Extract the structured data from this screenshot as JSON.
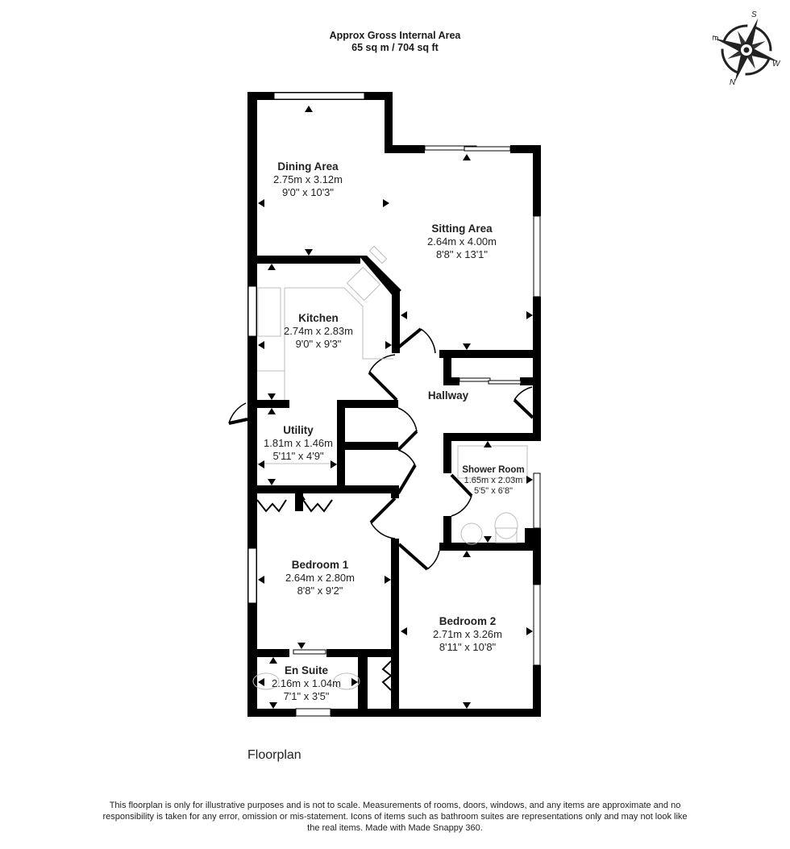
{
  "header": {
    "title": "Approx Gross Internal Area",
    "area": "65 sq m / 704 sq ft"
  },
  "compass": {
    "icon": "compass-rose-icon",
    "labels": {
      "north": "N",
      "south": "S",
      "east": "E",
      "west": "W"
    }
  },
  "rooms": [
    {
      "id": "dining-area",
      "name": "Dining Area",
      "metric": "2.75m x 3.12m",
      "imperial": "9'0\" x 10'3\""
    },
    {
      "id": "sitting-area",
      "name": "Sitting Area",
      "metric": "2.64m x 4.00m",
      "imperial": "8'8\" x 13'1\""
    },
    {
      "id": "kitchen",
      "name": "Kitchen",
      "metric": "2.74m x 2.83m",
      "imperial": "9'0\" x 9'3\""
    },
    {
      "id": "hallway",
      "name": "Hallway",
      "metric": "",
      "imperial": ""
    },
    {
      "id": "utility",
      "name": "Utility",
      "metric": "1.81m x 1.46m",
      "imperial": "5'11\" x 4'9\""
    },
    {
      "id": "shower-room",
      "name": "Shower Room",
      "metric": "1.65m x 2.03m",
      "imperial": "5'5\" x 6'8\""
    },
    {
      "id": "bedroom-1",
      "name": "Bedroom 1",
      "metric": "2.64m x 2.80m",
      "imperial": "8'8\" x 9'2\""
    },
    {
      "id": "bedroom-2",
      "name": "Bedroom 2",
      "metric": "2.71m x 3.26m",
      "imperial": "8'11\" x 10'8\""
    },
    {
      "id": "en-suite",
      "name": "En Suite",
      "metric": "2.16m x 1.04m",
      "imperial": "7'1\" x 3'5\""
    }
  ],
  "floor_title": "Floorplan",
  "disclaimer": "This floorplan is only for illustrative purposes and is not to scale. Measurements of rooms, doors, windows, and any items are approximate and no responsibility is taken for any error, omission or mis-statement. Icons of items such as bathroom suites are representations only and may not look like the real items. Made with Made Snappy 360.",
  "colors": {
    "wall": "#000000",
    "background": "#ffffff",
    "fixture": "#bdbdbd",
    "text": "#222222"
  }
}
